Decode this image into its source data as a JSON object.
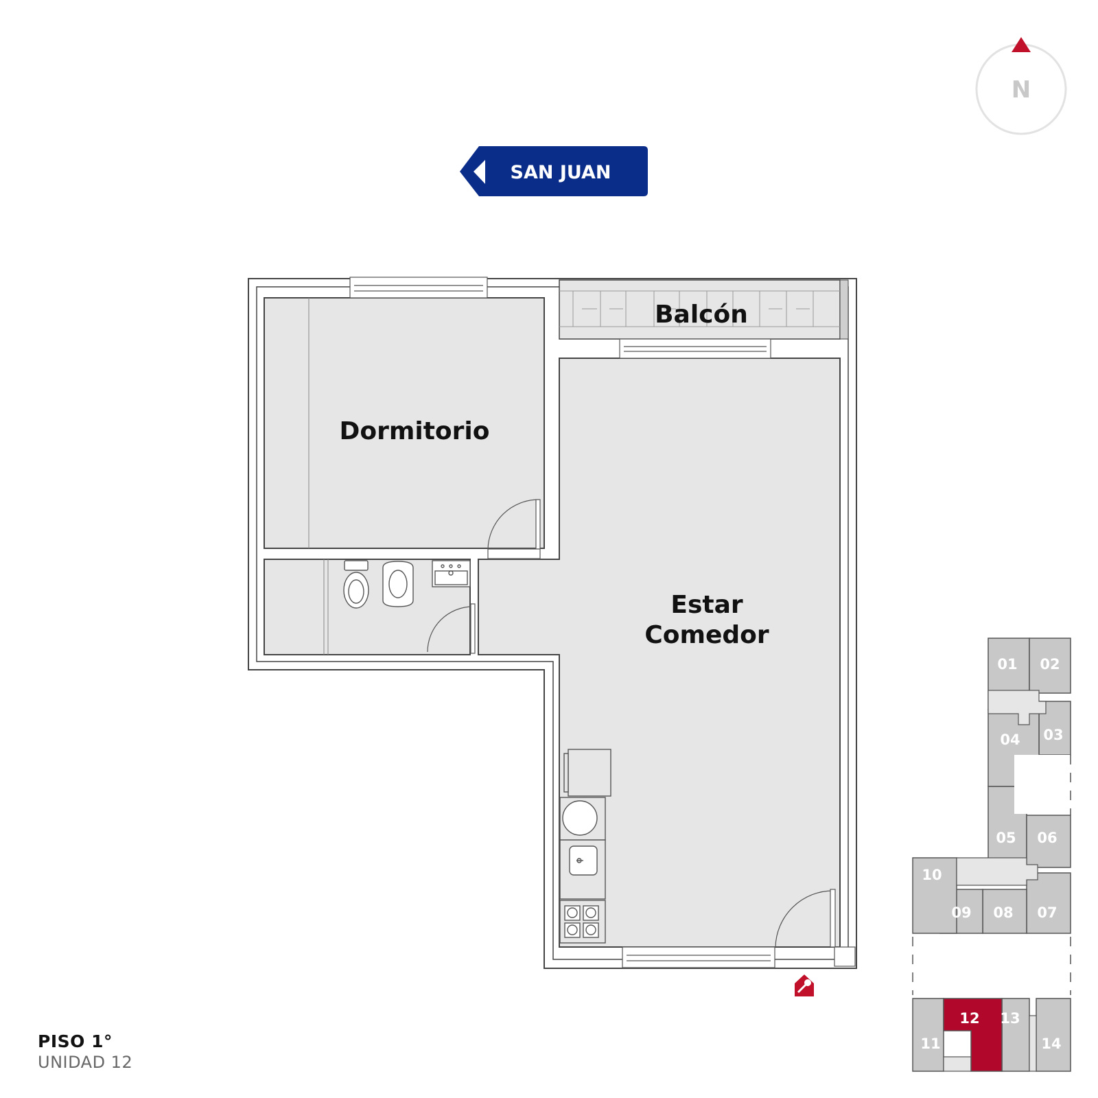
{
  "street": {
    "name": "SAN JUAN"
  },
  "compass": {
    "label": "N"
  },
  "rooms": {
    "balcony": "Balcón",
    "bedroom": "Dormitorio",
    "living_line1": "Estar",
    "living_line2": "Comedor"
  },
  "floor": {
    "title": "PISO 1°",
    "unit": "UNIDAD 12"
  },
  "key_plan": {
    "selected": "12",
    "units": [
      "01",
      "02",
      "03",
      "04",
      "05",
      "06",
      "07",
      "08",
      "09",
      "10",
      "11",
      "12",
      "13",
      "14"
    ]
  },
  "colors": {
    "street_sign": "#0b2d8a",
    "accent_red": "#c0102a",
    "selected_unit": "#b0072a",
    "unit_gray": "#c8c8c8",
    "room_fill": "#e6e6e6"
  }
}
